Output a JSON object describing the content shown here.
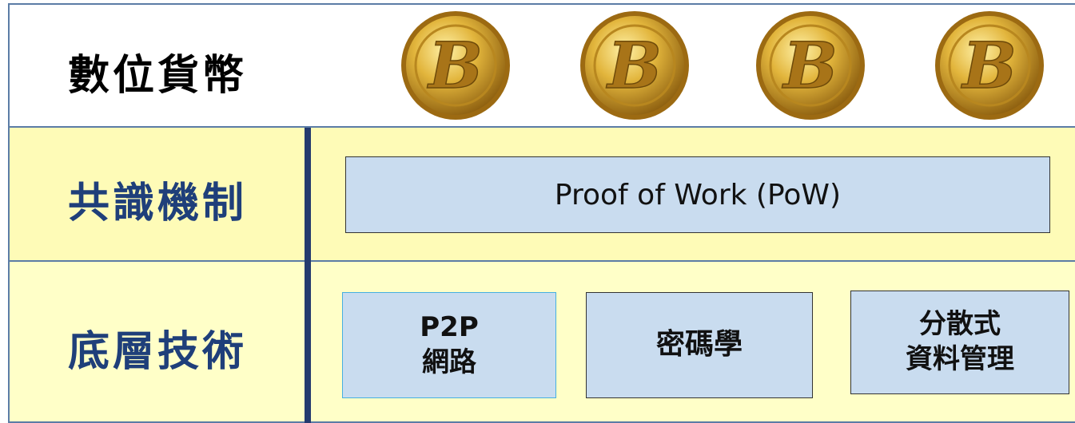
{
  "rows": {
    "currency": {
      "label": "數位貨幣",
      "coins": [
        "coin",
        "coin",
        "coin",
        "coin"
      ]
    },
    "consensus": {
      "label": "共識機制",
      "box": "Proof of Work (PoW)"
    },
    "base": {
      "label": "底層技術",
      "p2p": {
        "line1": "P2P",
        "line2": "網路"
      },
      "crypto": "密碼學",
      "distributed": {
        "line1": "分散式",
        "line2": "資料管理"
      }
    }
  },
  "colors": {
    "navy": "#1f3f7a",
    "box": "#c9dcef",
    "yellow": "#fefbb7",
    "gold": "#d4a017"
  },
  "icons": [
    "bitcoin-coin-icon"
  ]
}
